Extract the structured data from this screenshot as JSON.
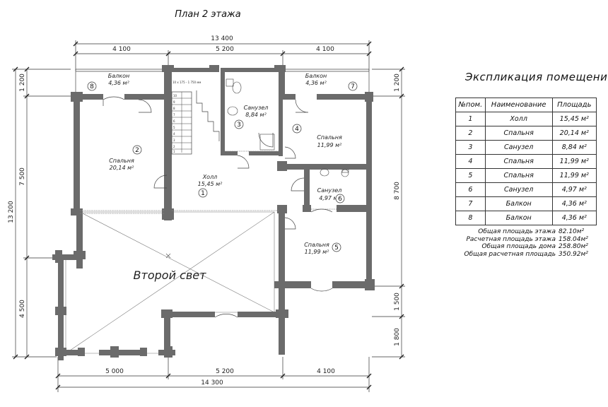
{
  "plan": {
    "title": "План 2 этажа",
    "second_light": "Второй свет",
    "stair_note": "10 x 175 - 1 750 мм",
    "stair_steps": [
      "10",
      "9",
      "8",
      "7",
      "6",
      "5",
      "4",
      "3",
      "2",
      "1"
    ],
    "dims": {
      "top_total": "13 400",
      "top_1": "4 100",
      "top_2": "5 200",
      "top_3": "4 100",
      "bottom_1": "5 000",
      "bottom_2": "5 200",
      "bottom_3": "4 100",
      "bottom_total": "14 300",
      "left_total": "13 200",
      "left_1": "1 200",
      "left_2": "7 500",
      "left_3": "4 500",
      "right_1": "1 200",
      "right_2": "8 700",
      "right_3": "1 500",
      "right_4": "1 800"
    },
    "rooms": [
      {
        "id": "8",
        "name": "Балкон",
        "area": "4,36 м²"
      },
      {
        "id": "2",
        "name": "Спальня",
        "area": "20,14 м²"
      },
      {
        "id": "3",
        "name": "Санузел",
        "area": "8,84 м²"
      },
      {
        "id": "7",
        "name": "Балкон",
        "area": "4,36 м²"
      },
      {
        "id": "4",
        "name": "Спальня",
        "area": "11,99 м²"
      },
      {
        "id": "1",
        "name": "Холл",
        "area": "15,45 м²"
      },
      {
        "id": "6",
        "name": "Санузел",
        "area": "4,97 м²"
      },
      {
        "id": "5",
        "name": "Спальня",
        "area": "11,99 м²"
      }
    ]
  },
  "legend": {
    "title": "Экспликация помещений",
    "headers": {
      "num": "№пом.",
      "name": "Наименование",
      "area": "Площадь"
    },
    "rows": [
      {
        "num": "1",
        "name": "Холл",
        "area": "15,45 м²"
      },
      {
        "num": "2",
        "name": "Спальня",
        "area": "20,14 м²"
      },
      {
        "num": "3",
        "name": "Санузел",
        "area": "8,84 м²"
      },
      {
        "num": "4",
        "name": "Спальня",
        "area": "11,99 м²"
      },
      {
        "num": "5",
        "name": "Спальня",
        "area": "11,99 м²"
      },
      {
        "num": "6",
        "name": "Санузел",
        "area": "4,97 м²"
      },
      {
        "num": "7",
        "name": "Балкон",
        "area": "4,36 м²"
      },
      {
        "num": "8",
        "name": "Балкон",
        "area": "4,36 м²"
      }
    ],
    "summary": [
      {
        "label": "Общая площадь этажа",
        "value": "82.10м²"
      },
      {
        "label": "Расчетная площадь этажа",
        "value": "158.04м²"
      },
      {
        "label": "Общая площадь дома",
        "value": "258.80м²"
      },
      {
        "label": "Общая расчетная площадь",
        "value": "350.92м²"
      }
    ]
  }
}
